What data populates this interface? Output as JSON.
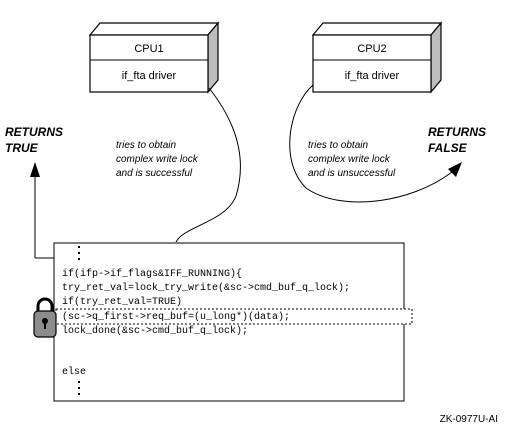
{
  "cpu1": {
    "title": "CPU1",
    "driver": "if_fta driver"
  },
  "cpu2": {
    "title": "CPU2",
    "driver": "if_fta driver"
  },
  "left_result": {
    "line1": "RETURNS",
    "line2": "TRUE"
  },
  "right_result": {
    "line1": "RETURNS",
    "line2": "FALSE"
  },
  "left_note": {
    "line1": "tries to obtain",
    "line2": "complex write lock",
    "line3": "and  is successful"
  },
  "right_note": {
    "line1": "tries to obtain",
    "line2": "complex write lock",
    "line3": "and  is unsuccessful"
  },
  "code": {
    "line1": "if(ifp->if_flags&IFF_RUNNING){",
    "line2": "try_ret_val=lock_try_write(&sc->cmd_buf_q_lock);",
    "line3": "if(try_ret_val=TRUE)",
    "line4": "(sc->q_first->req_buf=(u_long*)(data);",
    "line5": "lock_done(&sc->cmd_buf_q_lock);",
    "line6": "else"
  },
  "figure_id": "ZK-0977U-AI"
}
